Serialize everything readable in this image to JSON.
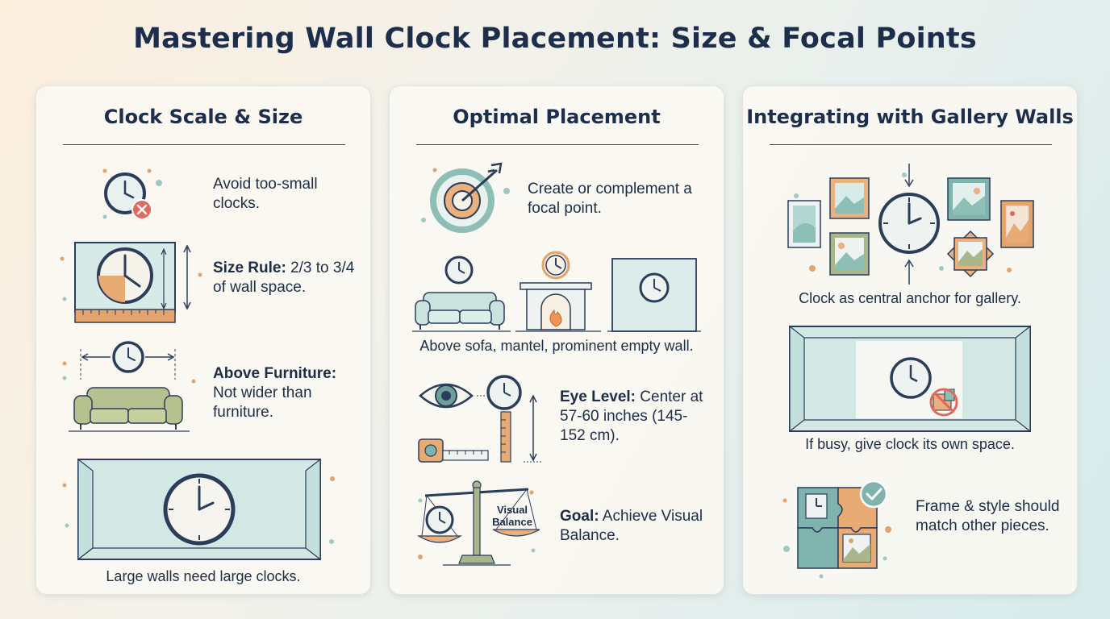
{
  "title": "Mastering Wall Clock Placement: Size & Focal Points",
  "colors": {
    "navy": "#2c3d5a",
    "teal": "#7fb3ad",
    "sage": "#a9b58a",
    "orange": "#e3a36a",
    "red": "#e2685e",
    "mint": "#dcecea"
  },
  "panels": [
    {
      "title": "Clock Scale & Size",
      "items": [
        {
          "icon": "small-clock-x-icon",
          "text": "Avoid too-small clocks."
        },
        {
          "icon": "wall-ratio-ruler-icon",
          "bold": "Size Rule:",
          "text": " 2/3 to 3/4 of wall space."
        },
        {
          "icon": "clock-above-sofa-icon",
          "bold": "Above Furniture:",
          "text": " Not wider than furniture."
        },
        {
          "icon": "large-wall-clock-icon",
          "caption": "Large walls need large clocks."
        }
      ]
    },
    {
      "title": "Optimal Placement",
      "items": [
        {
          "icon": "target-arrow-icon",
          "text": "Create or complement a focal point."
        },
        {
          "icon": "sofa-mantel-wall-icon",
          "caption": "Above sofa, mantel, prominent empty wall."
        },
        {
          "icon": "eye-level-measure-icon",
          "bold": "Eye Level:",
          "text": " Center at 57-60 inches (145-152 cm)."
        },
        {
          "icon": "balance-scale-icon",
          "label": "Visual Balance",
          "bold": "Goal:",
          "text": " Achieve Visual Balance."
        }
      ]
    },
    {
      "title": "Integrating with Gallery Walls",
      "items": [
        {
          "icon": "gallery-wall-icon",
          "caption": "Clock as central anchor for gallery."
        },
        {
          "icon": "clock-own-space-icon",
          "caption": "If busy, give clock its own space."
        },
        {
          "icon": "puzzle-match-icon",
          "text": "Frame & style should match other pieces."
        }
      ]
    }
  ]
}
